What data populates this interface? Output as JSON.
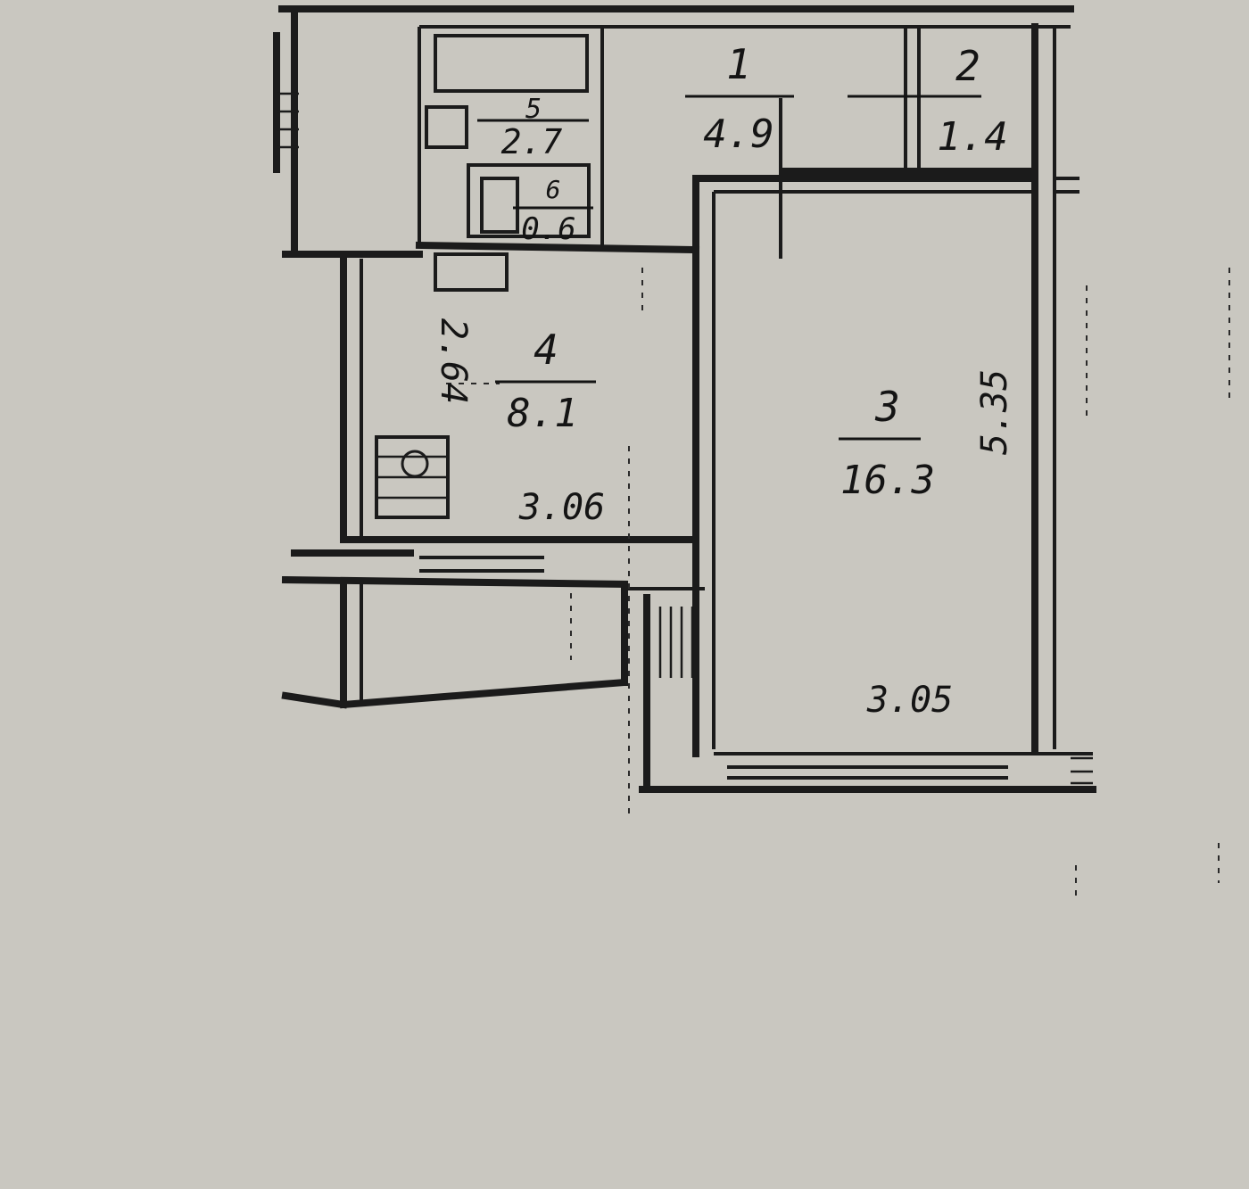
{
  "plan": {
    "rooms": [
      {
        "id": "room-1",
        "number": "1",
        "area": "4.9"
      },
      {
        "id": "room-2",
        "number": "2",
        "area": "1.4"
      },
      {
        "id": "room-3",
        "number": "3",
        "area": "16.3"
      },
      {
        "id": "room-4",
        "number": "4",
        "area": "8.1"
      },
      {
        "id": "room-5",
        "number": "5",
        "area": "2.7"
      },
      {
        "id": "room-6",
        "number": "6",
        "area": "0.6"
      }
    ],
    "dimensions": {
      "kitchen_width": "3.06",
      "kitchen_depth": "2.64",
      "living_width": "3.05",
      "living_length": "5.35"
    }
  }
}
